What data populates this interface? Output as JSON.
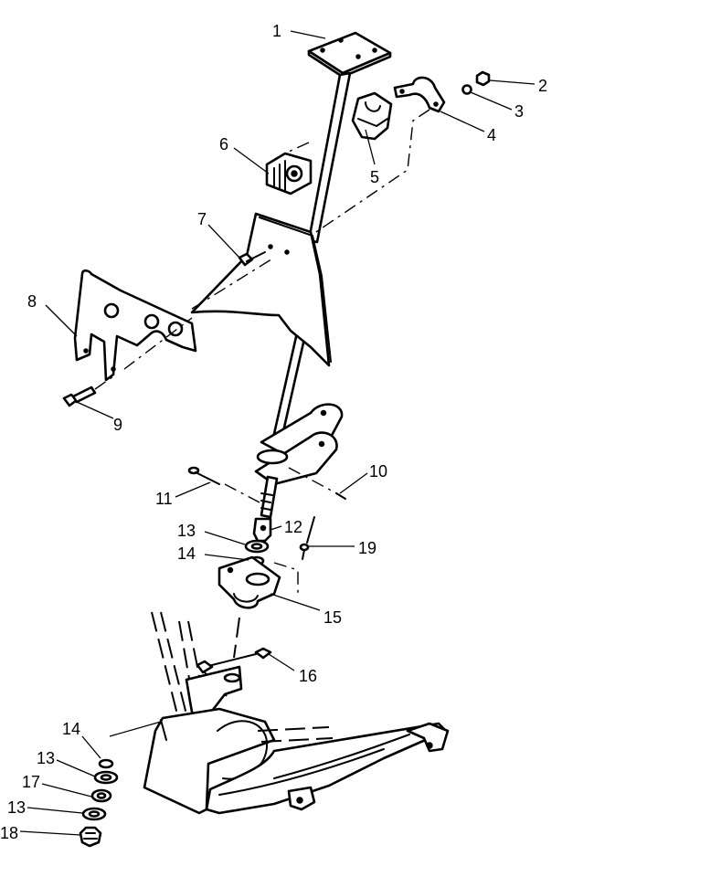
{
  "callouts": [
    {
      "id": "1",
      "label": "1"
    },
    {
      "id": "2",
      "label": "2"
    },
    {
      "id": "3",
      "label": "3"
    },
    {
      "id": "4",
      "label": "4"
    },
    {
      "id": "5",
      "label": "5"
    },
    {
      "id": "6",
      "label": "6"
    },
    {
      "id": "7",
      "label": "7"
    },
    {
      "id": "8",
      "label": "8"
    },
    {
      "id": "9",
      "label": "9"
    },
    {
      "id": "10",
      "label": "10"
    },
    {
      "id": "11",
      "label": "11"
    },
    {
      "id": "12",
      "label": "12"
    },
    {
      "id": "13a",
      "label": "13"
    },
    {
      "id": "14a",
      "label": "14"
    },
    {
      "id": "15",
      "label": "15"
    },
    {
      "id": "16",
      "label": "16"
    },
    {
      "id": "19",
      "label": "19"
    },
    {
      "id": "14b",
      "label": "14"
    },
    {
      "id": "13b",
      "label": "13"
    },
    {
      "id": "17",
      "label": "17"
    },
    {
      "id": "13c",
      "label": "13"
    },
    {
      "id": "18",
      "label": "18"
    }
  ],
  "colors": {
    "ink": "#000000",
    "paper": "#ffffff"
  }
}
